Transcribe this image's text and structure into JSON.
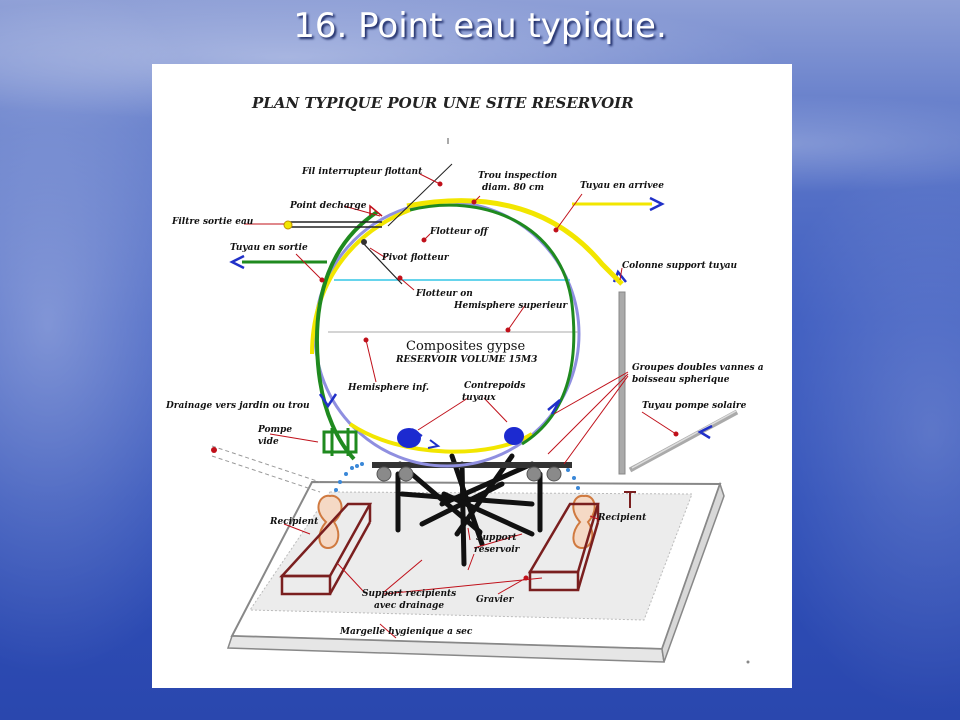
{
  "slide": {
    "title": "16. Point eau typique."
  },
  "diagram": {
    "heading": "PLAN TYPIQUE POUR UNE SITE RESERVOIR",
    "center_label": "Composites gypse",
    "volume_label": "RESERVOIR VOLUME 15M3",
    "labels": {
      "fil_interrupteur": "Fil interrupteur flottant",
      "trou_inspection_1": "Trou inspection",
      "trou_inspection_2": "diam. 80 cm",
      "tuyau_arrivee": "Tuyau en arrivee",
      "point_decharge": "Point decharge",
      "filtre_sortie": "Filtre sortie eau",
      "flotteur_off": "Flotteur off",
      "tuyau_sortie": "Tuyau en sortie",
      "pivot_flotteur": "Pivot flotteur",
      "colonne_support": "Colonne support tuyau",
      "flotteur_on": "Flotteur on",
      "hemisphere_sup": "Hemisphere superieur",
      "groupes_1": "Groupes doubles vannes a",
      "groupes_2": "boisseau spherique",
      "hemisphere_inf": "Hemisphere inf.",
      "contrepoids_1": "Contrepoids",
      "contrepoids_2": "tuyaux",
      "drainage": "Drainage vers jardin ou trou",
      "tuyau_pompe": "Tuyau pompe solaire",
      "pompe_1": "Pompe",
      "pompe_2": "vide",
      "recipient_left": "Recipient",
      "recipient_right": "Recipient",
      "support_reservoir_1": "Support",
      "support_reservoir_2": "reservoir",
      "support_recipients_1": "Support recipients",
      "support_recipients_2": "avec drainage",
      "gravier": "Gravier",
      "margelle": "Margelle hygienique a sec"
    },
    "colors": {
      "pipe_outlet": "#1f8a1f",
      "pipe_inlet": "#f2e600",
      "sphere_outline": "#8f8fe0",
      "water_line": "#33c6e6",
      "arrow": "#2030c8",
      "leader": "#c0101a",
      "support_bar": "#111111",
      "bin": "#7a1f1f"
    }
  }
}
